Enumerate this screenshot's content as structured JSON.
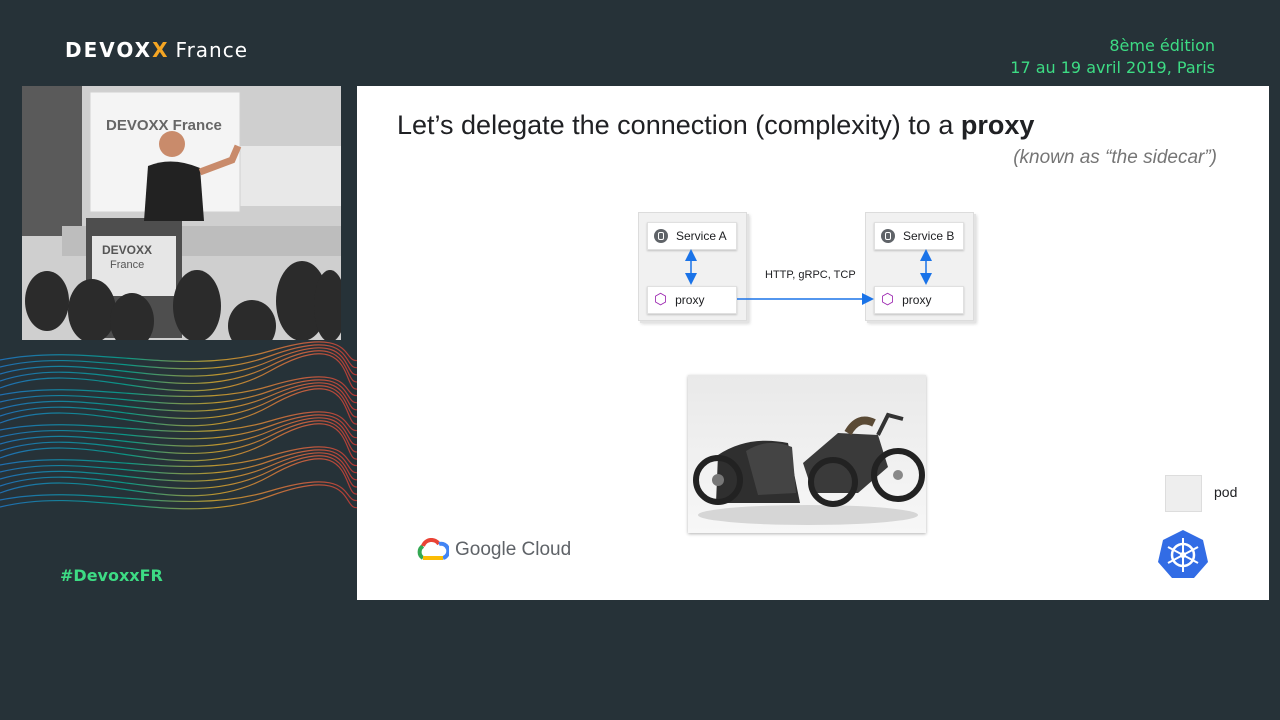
{
  "conference": {
    "brand_main": "DEVOX",
    "brand_x": "X",
    "brand_suffix": "France",
    "edition": "8ème édition",
    "dates": "17 au 19 avril 2019, Paris",
    "hashtag": "#DevoxxFR"
  },
  "video": {
    "banner_text_1": "DEVOXX France",
    "podium_text_1": "DEVOXX",
    "podium_text_2": "France"
  },
  "slide": {
    "title_prefix": "Let’s delegate the connection (complexity) to a ",
    "title_bold": "proxy",
    "subtitle": "(known as  “the sidecar”)",
    "diagram": {
      "service_a": "Service A",
      "service_b": "Service B",
      "proxy_a": "proxy",
      "proxy_b": "proxy",
      "protocols": "HTTP, gRPC, TCP"
    },
    "legend_label": "pod",
    "google_cloud": "Google Cloud"
  },
  "colors": {
    "background": "#263238",
    "accent_green": "#3ddc84",
    "accent_orange": "#f5a623",
    "arrow_blue": "#1a73e8",
    "proxy_purple": "#9c27b0",
    "kubernetes_blue": "#326ce5"
  }
}
